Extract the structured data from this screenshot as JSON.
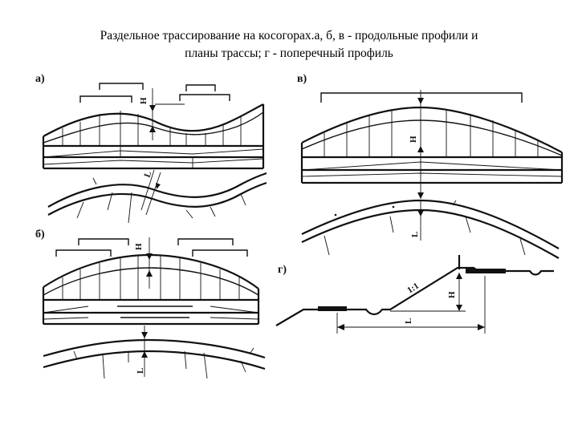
{
  "caption": {
    "line1": "Раздельное трассирование на косогорах.а, б, в - продольные профили и",
    "line2": "планы трассы; г - поперечный профиль"
  },
  "panels": {
    "a": "а)",
    "b": "б)",
    "v": "в)",
    "g": "г)"
  },
  "dims": {
    "H": "H",
    "L": "L",
    "slope": "1:1"
  }
}
